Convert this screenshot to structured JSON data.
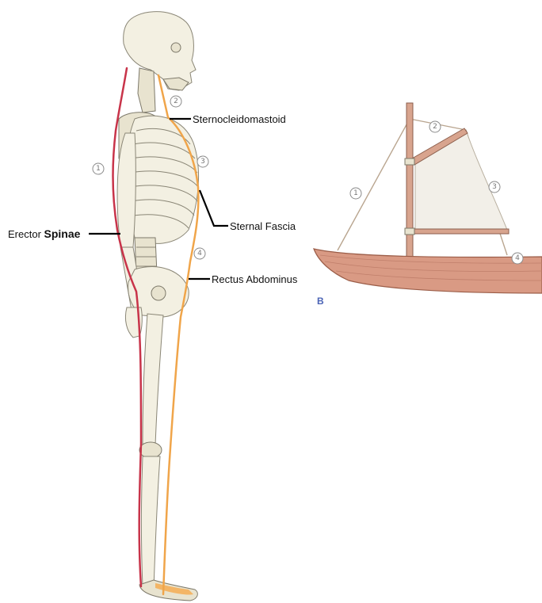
{
  "labels": {
    "erector_prefix": "Erector ",
    "erector_suffix": "Spinae",
    "sternocleidomastoid": "Sternocleidomastoid",
    "sternal_fascia": "Sternal Fascia",
    "rectus_abdominus": "Rectus Abdominus"
  },
  "skeleton_markers": [
    "1",
    "2",
    "3",
    "4"
  ],
  "boat_markers": [
    "1",
    "2",
    "3",
    "4"
  ],
  "boat_figure_letter": "B",
  "colors": {
    "posterior_muscle": "#c8344a",
    "anterior_muscle": "#f0a54a",
    "boat_hull": "#d99a84",
    "figure_letter": "#4a63b5"
  }
}
